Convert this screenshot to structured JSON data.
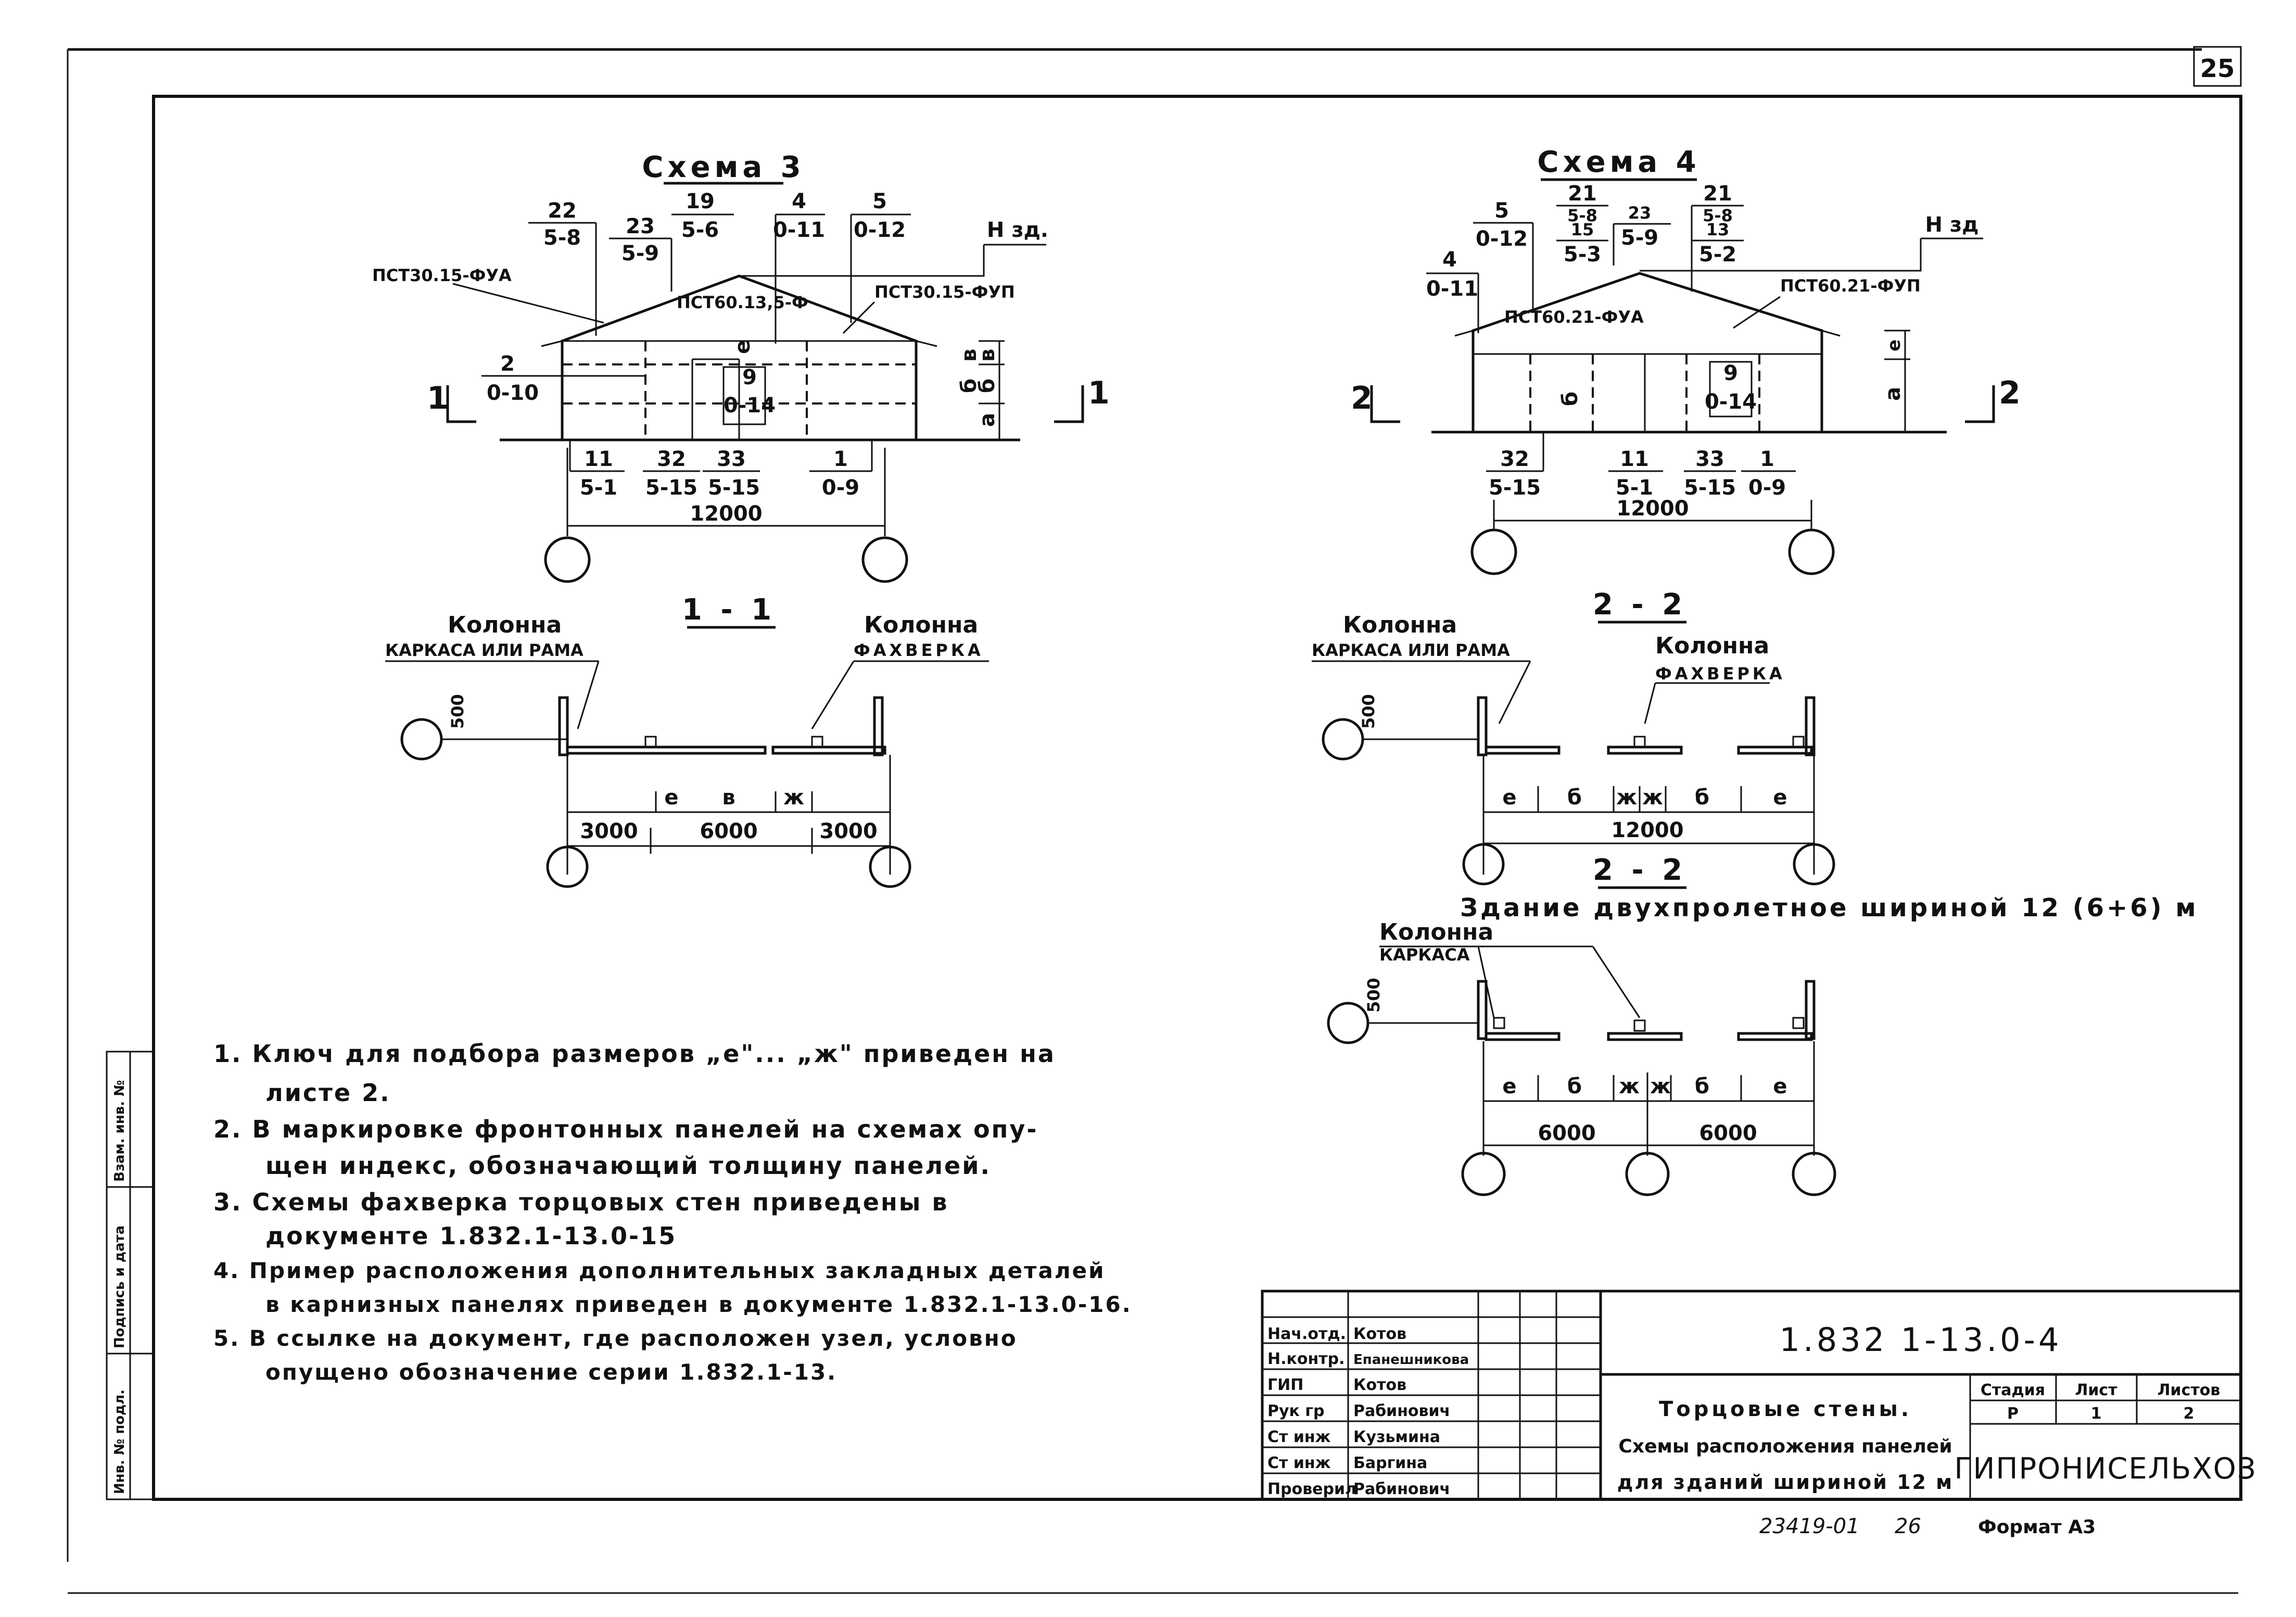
{
  "sheet_number": "25",
  "scheme3": {
    "title": "Схема 3",
    "fractions": [
      {
        "num": "22",
        "den": "5-8"
      },
      {
        "num": "23",
        "den": "5-9"
      },
      {
        "num": "19",
        "den": "5-6"
      },
      {
        "num": "4",
        "den": "0-11"
      },
      {
        "num": "5",
        "den": "0-12"
      }
    ],
    "h_zd": "Н зд.",
    "label_left_panel": "ПСТ30.15-ФУА",
    "label_mid_panel": "ПСТ60.13,5-Ф",
    "label_right_panel": "ПСТ30.15-ФУП",
    "side_frac": {
      "num": "2",
      "den": "0-10"
    },
    "mid_frac": {
      "num": "9",
      "den": "0-14"
    },
    "dims": [
      "а",
      "б",
      "в",
      "е"
    ],
    "bottom_fracs": [
      {
        "num": "11",
        "den": "5-1"
      },
      {
        "num": "32",
        "den": "5-15"
      },
      {
        "num": "33",
        "den": "5-15"
      },
      {
        "num": "1",
        "den": "0-9"
      }
    ],
    "span": "12000",
    "cut_mark": "1"
  },
  "scheme4": {
    "title": "Схема 4",
    "fractions": [
      {
        "num": "5",
        "den": "0-12"
      },
      {
        "num": "21",
        "den": "5-8"
      },
      {
        "num": "15",
        "den": "5-3"
      },
      {
        "num": "23",
        "den": "5-9"
      },
      {
        "num": "21",
        "den": "5-8"
      },
      {
        "num": "13",
        "den": "5-2"
      }
    ],
    "side_frac": {
      "num": "4",
      "den": "0-11"
    },
    "h_zd": "Н зд",
    "label_left_panel": "ПСТ60.21-ФУА",
    "label_right_panel": "ПСТ60.21-ФУП",
    "mid_frac": {
      "num": "9",
      "den": "0-14"
    },
    "dims": [
      "а",
      "б",
      "е"
    ],
    "bottom_fracs": [
      {
        "num": "32",
        "den": "5-15"
      },
      {
        "num": "11",
        "den": "5-1"
      },
      {
        "num": "33",
        "den": "5-15"
      },
      {
        "num": "1",
        "den": "0-9"
      }
    ],
    "span": "12000",
    "cut_mark": "2"
  },
  "section11": {
    "title": "1 - 1",
    "col_left_title": "Колонна",
    "col_left_sub": "КАРКАСА ИЛИ РАМА",
    "col_right_title": "Колонна",
    "col_right_sub": "ФАХВЕРКА",
    "offset": "500",
    "letters": [
      "е",
      "в",
      "ж"
    ],
    "dims": [
      "3000",
      "6000",
      "3000"
    ]
  },
  "section22a": {
    "title": "2 - 2",
    "col_left_title": "Колонна",
    "col_left_sub": "КАРКАСА ИЛИ РАМА",
    "col_right_title": "Колонна",
    "col_right_sub": "ФАХВЕРКА",
    "offset": "500",
    "letters": [
      "е",
      "б",
      "ж",
      "ж",
      "б",
      "е"
    ],
    "span": "12000"
  },
  "section22b": {
    "title": "2 - 2",
    "subtitle": "Здание двухпролетное шириной 12 (6+6) м",
    "col_title": "Колонна",
    "col_sub": "КАРКАСА",
    "offset": "500",
    "letters": [
      "е",
      "б",
      "ж",
      "ж",
      "б",
      "е"
    ],
    "dims": [
      "6000",
      "6000"
    ]
  },
  "notes": [
    "1. Ключ для подбора размеров „е\"... „ж\" приведен на",
    "листе 2.",
    "2. В маркировке фронтонных панелей на схемах опу-",
    "щен индекс, обозначающий толщину панелей.",
    "3. Схемы фахверка торцовых стен приведены в",
    "документе 1.832.1-13.0-15",
    "4. Пример расположения дополнительных закладных деталей",
    "в карнизных панелях приведен в документе 1.832.1-13.0-16.",
    "5. В ссылке на документ, где расположен узел, условно",
    "опущено обозначение серии 1.832.1-13."
  ],
  "margin_stamp": [
    "Инв. № подл.",
    "Подпись и дата",
    "Взам. инв. №"
  ],
  "title_block": {
    "doc_code": "1.832 1-13.0-4",
    "roles": [
      {
        "role": "Нач.отд.",
        "name": "Котов"
      },
      {
        "role": "Н.контр.",
        "name": "Епанешникова"
      },
      {
        "role": "ГИП",
        "name": "Котов"
      },
      {
        "role": "Рук гр",
        "name": "Рабинович"
      },
      {
        "role": "Ст инж",
        "name": "Кузьмина"
      },
      {
        "role": "Ст инж",
        "name": "Баргина"
      },
      {
        "role": "Проверил",
        "name": "Рабинович"
      }
    ],
    "desc1": "Торцовые стены.",
    "desc2": "Схемы расположения панелей",
    "desc3": "для зданий шириной 12 м",
    "stage_h": "Стадия",
    "sheet_h": "Лист",
    "sheets_h": "Листов",
    "stage": "Р",
    "sheet": "1",
    "sheets": "2",
    "org": "ГИПРОНИСЕЛЬХОЗ",
    "inv": "23419-01",
    "inv2": "26",
    "format": "Формат А3"
  }
}
